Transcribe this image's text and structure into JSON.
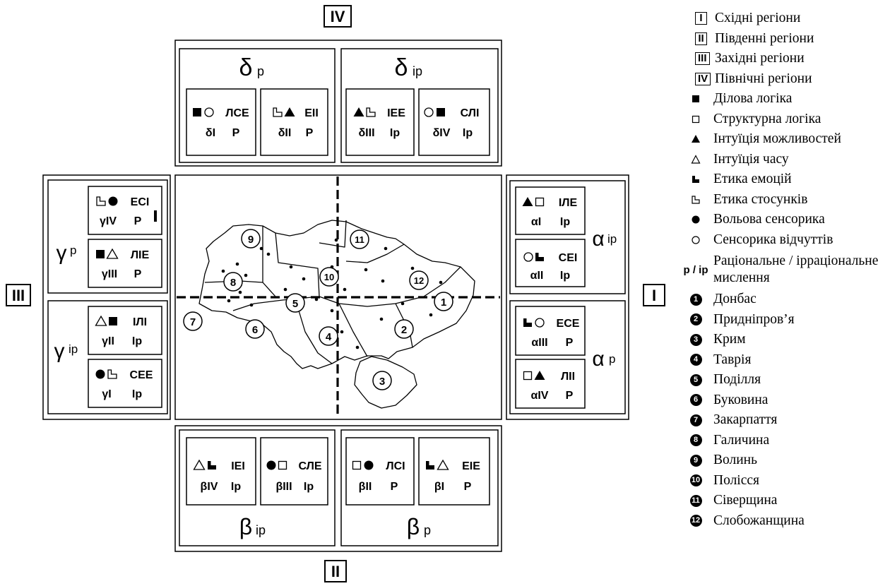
{
  "quadrants": {
    "top": {
      "roman": "IV"
    },
    "bottom": {
      "roman": "II"
    },
    "left": {
      "roman": "III"
    },
    "right": {
      "roman": "I"
    }
  },
  "groups": [
    {
      "id": "delta-p",
      "greek": "δ",
      "suffix": "p"
    },
    {
      "id": "delta-ip",
      "greek": "δ",
      "suffix": "ip"
    },
    {
      "id": "beta-ip",
      "greek": "β",
      "suffix": "ip"
    },
    {
      "id": "beta-p",
      "greek": "β",
      "suffix": "p"
    },
    {
      "id": "gamma-p",
      "greek": "γ",
      "suffix": "p"
    },
    {
      "id": "gamma-ip",
      "greek": "γ",
      "suffix": "ip"
    },
    {
      "id": "alpha-ip",
      "greek": "α",
      "suffix": "ip"
    },
    {
      "id": "alpha-p",
      "greek": "α",
      "suffix": "p"
    }
  ],
  "types": {
    "delta-p-1": {
      "symbols": "■○",
      "code": "ЛСЕ",
      "sub": "δІ",
      "r": "Р"
    },
    "delta-p-2": {
      "symbols": "⌐▲",
      "code": "ЕІІ",
      "sub": "δІІ",
      "r": "Р"
    },
    "delta-ip-1": {
      "symbols": "▲⌐",
      "code": "ІЕЕ",
      "sub": "δІІІ",
      "r": "Ір"
    },
    "delta-ip-2": {
      "symbols": "○■",
      "code": "СЛІ",
      "sub": "δІV",
      "r": "Ір"
    },
    "beta-ip-1": {
      "symbols": "△▙",
      "code": "ІЕІ",
      "sub": "βІV",
      "r": "Ір"
    },
    "beta-ip-2": {
      "symbols": "●□",
      "code": "СЛЕ",
      "sub": "βІІІ",
      "r": "Ір"
    },
    "beta-p-1": {
      "symbols": "□●",
      "code": "ЛСІ",
      "sub": "βІІ",
      "r": "Р"
    },
    "beta-p-2": {
      "symbols": "▙△",
      "code": "ЕІЕ",
      "sub": "βІ",
      "r": "Р"
    },
    "gamma-p-1": {
      "symbols": "⌐●",
      "code": "ЕСІ",
      "sub": "γІV",
      "r": "Р"
    },
    "gamma-p-2": {
      "symbols": "■△",
      "code": "ЛІЕ",
      "sub": "γІІІ",
      "r": "Р"
    },
    "gamma-ip-1": {
      "symbols": "△■",
      "code": "ІЛІ",
      "sub": "γІІ",
      "r": "Ір"
    },
    "gamma-ip-2": {
      "symbols": "●⌐",
      "code": "СЕЕ",
      "sub": "γІ",
      "r": "Ір"
    },
    "alpha-ip-1": {
      "symbols": "▲□",
      "code": "ІЛЕ",
      "sub": "αІ",
      "r": "Ір"
    },
    "alpha-ip-2": {
      "symbols": "○▙",
      "code": "СЕІ",
      "sub": "αІІ",
      "r": "Ір"
    },
    "alpha-p-1": {
      "symbols": "▙○",
      "code": "ЕСЕ",
      "sub": "αІІІ",
      "r": "Р"
    },
    "alpha-p-2": {
      "symbols": "□▲",
      "code": "ЛІІ",
      "sub": "αІV",
      "r": "Р"
    }
  },
  "map_regions": [
    "1",
    "2",
    "3",
    "4",
    "5",
    "6",
    "7",
    "8",
    "9",
    "10",
    "11",
    "12"
  ],
  "legend": {
    "roman": [
      {
        "numeral": "I",
        "label": "Східні регіони"
      },
      {
        "numeral": "II",
        "label": "Південні регіони"
      },
      {
        "numeral": "III",
        "label": "Західні регіони"
      },
      {
        "numeral": "IV",
        "label": "Північні регіони"
      }
    ],
    "functions": [
      {
        "icon": "filled-square-icon",
        "label": "Ділова логіка"
      },
      {
        "icon": "outline-square-icon",
        "label": "Структурна логіка"
      },
      {
        "icon": "filled-triangle-icon",
        "label": "Інтуїція можливостей"
      },
      {
        "icon": "outline-triangle-icon",
        "label": "Інтуїція часу"
      },
      {
        "icon": "filled-corner-icon",
        "label": "Етика емоцій"
      },
      {
        "icon": "outline-corner-icon",
        "label": "Етика стосунків"
      },
      {
        "icon": "filled-circle-icon",
        "label": "Вольова сенсорика"
      },
      {
        "icon": "outline-circle-icon",
        "label": "Сенсорика відчуттів"
      }
    ],
    "rational": {
      "symbol": "р / ір",
      "label": "Раціональне / ірраціональне мислення"
    },
    "regions": [
      {
        "num": "1",
        "label": "Донбас"
      },
      {
        "num": "2",
        "label": "Придніпров’я"
      },
      {
        "num": "3",
        "label": "Крим"
      },
      {
        "num": "4",
        "label": "Таврія"
      },
      {
        "num": "5",
        "label": "Поділля"
      },
      {
        "num": "6",
        "label": "Буковина"
      },
      {
        "num": "7",
        "label": "Закарпаття"
      },
      {
        "num": "8",
        "label": "Галичина"
      },
      {
        "num": "9",
        "label": "Волинь"
      },
      {
        "num": "10",
        "label": "Полісся"
      },
      {
        "num": "11",
        "label": "Сіверщина"
      },
      {
        "num": "12",
        "label": "Слобожанщина"
      }
    ]
  }
}
